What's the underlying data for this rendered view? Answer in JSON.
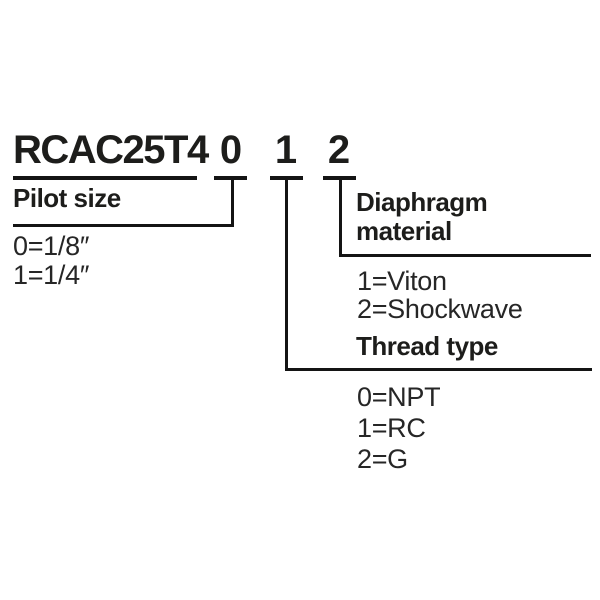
{
  "model_code": {
    "base": "RCAC25T4",
    "digits": [
      "0",
      "1",
      "2"
    ]
  },
  "sections": {
    "pilot_size": {
      "title": "Pilot size",
      "linked_digit_index": 0,
      "options": [
        "0=1/8″",
        "1=1/4″"
      ]
    },
    "diaphragm_material": {
      "title_lines": [
        "Diaphragm",
        "material"
      ],
      "linked_digit_index": 2,
      "options": [
        "1=Viton",
        "2=Shockwave"
      ]
    },
    "thread_type": {
      "title": "Thread type",
      "linked_digit_index": 1,
      "options": [
        "0=NPT",
        "1=RC",
        "2=G"
      ]
    }
  },
  "colors": {
    "background": "#ffffff",
    "text": "#1d1d1b",
    "line": "#141414"
  }
}
